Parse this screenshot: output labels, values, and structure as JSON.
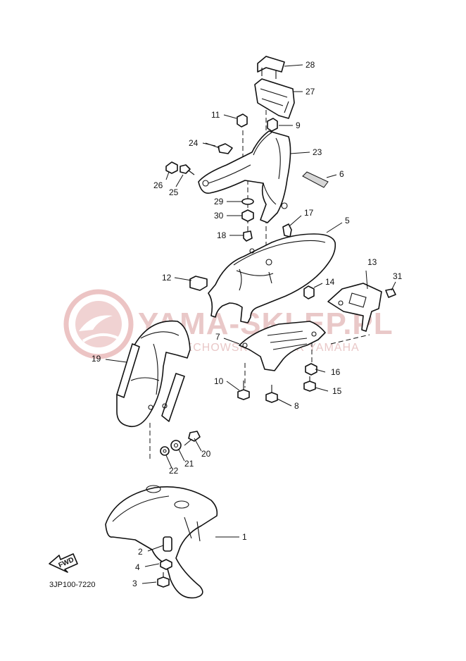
{
  "watermark": {
    "title": "YAMA-SKLEP.PL",
    "subtitle": "WOJCIECHOWSKI DEALER YAMAHA",
    "color": "#e9c8c8"
  },
  "arrow": {
    "label": "FWD"
  },
  "diagram_code": "3JP100-7220",
  "callouts": [
    {
      "id": "c28",
      "label": "28"
    },
    {
      "id": "c27",
      "label": "27"
    },
    {
      "id": "c11",
      "label": "11"
    },
    {
      "id": "c9",
      "label": "9"
    },
    {
      "id": "c24",
      "label": "24"
    },
    {
      "id": "c23",
      "label": "23"
    },
    {
      "id": "c6",
      "label": "6"
    },
    {
      "id": "c26",
      "label": "26"
    },
    {
      "id": "c25",
      "label": "25"
    },
    {
      "id": "c29",
      "label": "29"
    },
    {
      "id": "c30",
      "label": "30"
    },
    {
      "id": "c17",
      "label": "17"
    },
    {
      "id": "c5",
      "label": "5"
    },
    {
      "id": "c18",
      "label": "18"
    },
    {
      "id": "c13",
      "label": "13"
    },
    {
      "id": "c12",
      "label": "12"
    },
    {
      "id": "c14",
      "label": "14"
    },
    {
      "id": "c31",
      "label": "31"
    },
    {
      "id": "c19",
      "label": "19"
    },
    {
      "id": "c7",
      "label": "7"
    },
    {
      "id": "c16",
      "label": "16"
    },
    {
      "id": "c10",
      "label": "10"
    },
    {
      "id": "c15",
      "label": "15"
    },
    {
      "id": "c8",
      "label": "8"
    },
    {
      "id": "c20",
      "label": "20"
    },
    {
      "id": "c21",
      "label": "21"
    },
    {
      "id": "c22",
      "label": "22"
    },
    {
      "id": "c1",
      "label": "1"
    },
    {
      "id": "c2",
      "label": "2"
    },
    {
      "id": "c4",
      "label": "4"
    },
    {
      "id": "c3",
      "label": "3"
    }
  ]
}
